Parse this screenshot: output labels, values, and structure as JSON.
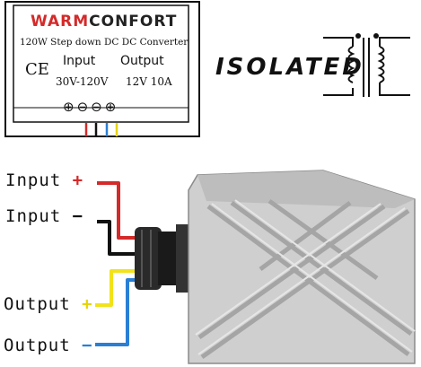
{
  "module": {
    "brand_warm": "WARM",
    "brand_conf": "CONFORT",
    "subtitle": "120W Step down DC DC Converter",
    "ce_mark": "CE",
    "input_header": "Input",
    "output_header": "Output",
    "input_value": "30V-120V",
    "output_value": "12V 10A",
    "terminals": "⊕⊖⊖⊕"
  },
  "isolated_label": "ISOLATED",
  "wires": {
    "input_plus": {
      "label": "Input",
      "sign": "+",
      "color": "#d42a2a"
    },
    "input_minus": {
      "label": "Input",
      "sign": "−",
      "color": "#111111"
    },
    "output_plus": {
      "label": "Output",
      "sign": "+",
      "color": "#e8d400"
    },
    "output_minus": {
      "label": "Output",
      "sign": "−",
      "color": "#2a7fd4"
    }
  },
  "colors": {
    "red": "#d42a2a",
    "black": "#111111",
    "yellow": "#f2e21a",
    "blue": "#2a7fd4",
    "aluminum": "#c9c9c9"
  }
}
